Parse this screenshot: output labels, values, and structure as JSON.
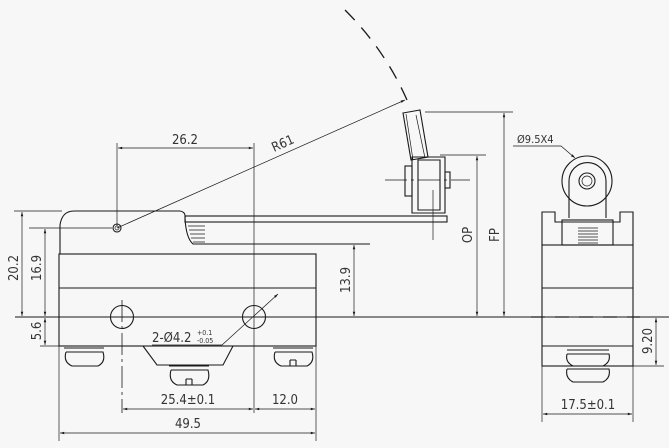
{
  "title": "Roller lever micro switch dimension drawing",
  "dimensions": {
    "lever_pivot": "26.2",
    "lever_radius": "R61",
    "overall_height": "20.2",
    "pivot_height": "16.9",
    "mount_offset": "5.6",
    "cover_height": "13.9",
    "mount_holes": "2-Ø4.2",
    "hole_tol_plus": "+0.1",
    "hole_tol_minus": "-0.05",
    "hole_spacing": "25.4±0.1",
    "edge_offset": "12.0",
    "body_length": "49.5",
    "operating_position": "OP",
    "free_position": "FP",
    "roller": "Ø9.5X4",
    "side_terminal": "9.20",
    "body_width": "17.5±0.1"
  }
}
